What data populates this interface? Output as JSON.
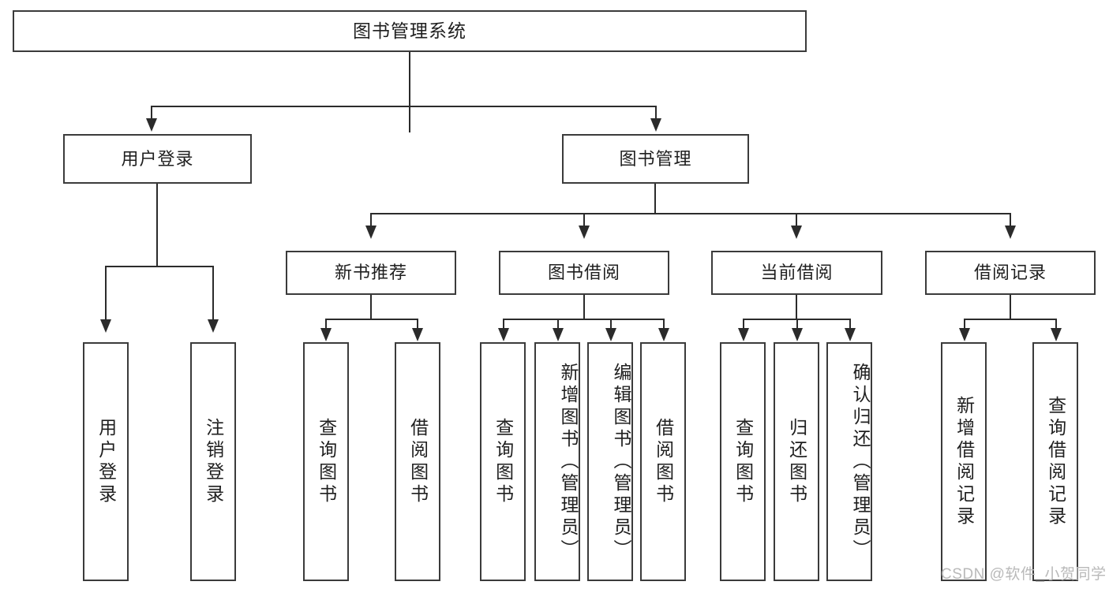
{
  "diagram": {
    "title": "图书管理系统",
    "type": "功能结构图",
    "watermark": "CSDN @软件_小贺同学",
    "colors": {
      "box_border": "#3b3b3b",
      "connector": "#2b2b2b",
      "background": "#ffffff",
      "text": "#1f1f1f",
      "watermark": "#b9b9b9"
    },
    "root": {
      "label": "图书管理系统"
    },
    "level2": [
      {
        "label": "用户登录"
      },
      {
        "label": "图书管理"
      }
    ],
    "level3": [
      {
        "label": "新书推荐"
      },
      {
        "label": "图书借阅"
      },
      {
        "label": "当前借阅"
      },
      {
        "label": "借阅记录"
      }
    ],
    "leaves": {
      "user_login": [
        {
          "label": "用户登录"
        },
        {
          "label": "注销登录"
        }
      ],
      "new_book": [
        {
          "label": "查询图书"
        },
        {
          "label": "借阅图书"
        }
      ],
      "book_borrow": [
        {
          "label": "查询图书"
        },
        {
          "label": "新增图书（管理员）"
        },
        {
          "label": "编辑图书（管理员）"
        },
        {
          "label": "借阅图书"
        }
      ],
      "current_borrow": [
        {
          "label": "查询图书"
        },
        {
          "label": "归还图书"
        },
        {
          "label": "确认归还（管理员）"
        }
      ],
      "borrow_record": [
        {
          "label": "新增借阅记录"
        },
        {
          "label": "查询借阅记录"
        }
      ]
    }
  }
}
